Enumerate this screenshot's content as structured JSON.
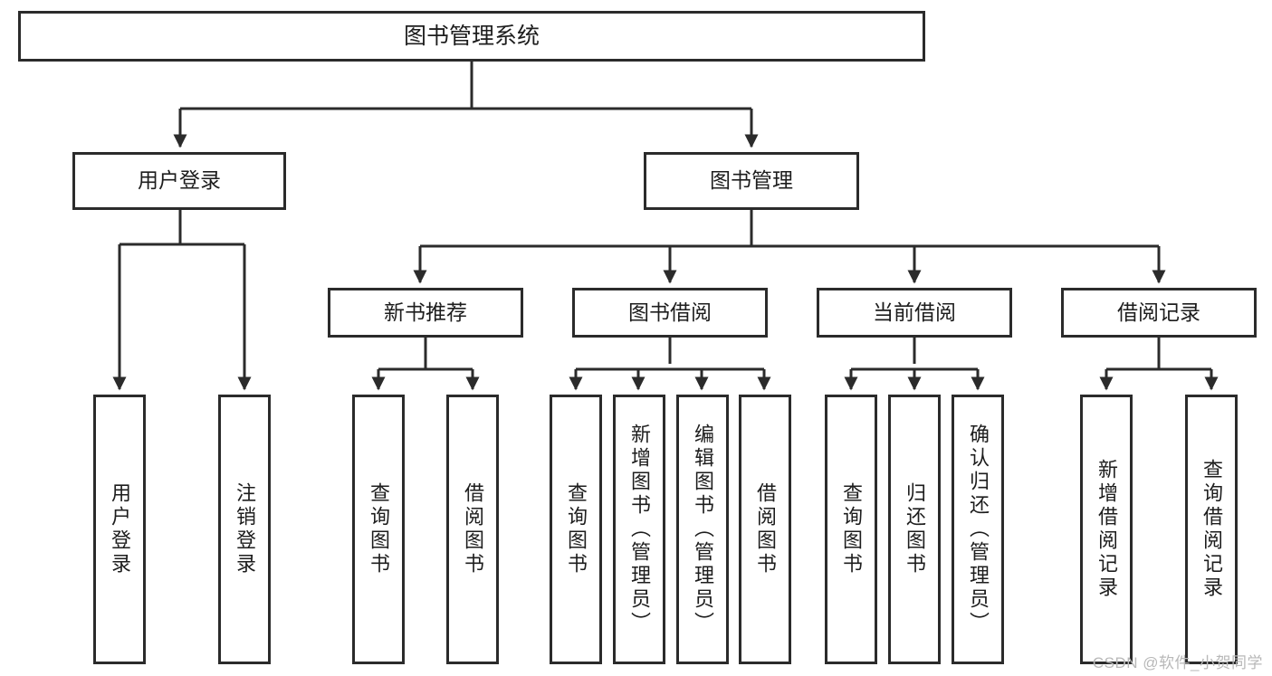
{
  "diagram": {
    "title": "图书管理系统",
    "type": "hierarchy-tree",
    "root": {
      "id": "root",
      "label": "图书管理系统",
      "level": 0
    },
    "level1": [
      {
        "id": "user-login",
        "label": "用户登录"
      },
      {
        "id": "book-management",
        "label": "图书管理"
      }
    ],
    "level2": [
      {
        "id": "new-book-recommend",
        "label": "新书推荐",
        "parent": "book-management"
      },
      {
        "id": "book-borrow",
        "label": "图书借阅",
        "parent": "book-management"
      },
      {
        "id": "current-borrow",
        "label": "当前借阅",
        "parent": "book-management"
      },
      {
        "id": "borrow-record",
        "label": "借阅记录",
        "parent": "book-management"
      }
    ],
    "leaves": {
      "user_login": [
        {
          "id": "leaf-user-login",
          "label": "用户登录"
        },
        {
          "id": "leaf-logout-login",
          "label": "注销登录"
        }
      ],
      "new_book_recommend": [
        {
          "id": "leaf-query-book-1",
          "label": "查询图书"
        },
        {
          "id": "leaf-borrow-book-1",
          "label": "借阅图书"
        }
      ],
      "book_borrow": [
        {
          "id": "leaf-query-book-2",
          "label": "查询图书"
        },
        {
          "id": "leaf-add-book",
          "label": "新增图书（管理员）"
        },
        {
          "id": "leaf-edit-book",
          "label": "编辑图书（管理员）"
        },
        {
          "id": "leaf-borrow-book-2",
          "label": "借阅图书"
        }
      ],
      "current_borrow": [
        {
          "id": "leaf-query-book-3",
          "label": "查询图书"
        },
        {
          "id": "leaf-return-book",
          "label": "归还图书"
        },
        {
          "id": "leaf-confirm-return",
          "label": "确认归还（管理员）"
        }
      ],
      "borrow_record": [
        {
          "id": "leaf-add-record",
          "label": "新增借阅记录"
        },
        {
          "id": "leaf-query-record",
          "label": "查询借阅记录"
        }
      ]
    },
    "colors": {
      "stroke": "#2b2b2b",
      "fill": "#ffffff",
      "text": "#1d1d1d",
      "watermark": "#b8b8b8"
    }
  },
  "watermark": {
    "text": "CSDN @软件_小贺同学"
  }
}
